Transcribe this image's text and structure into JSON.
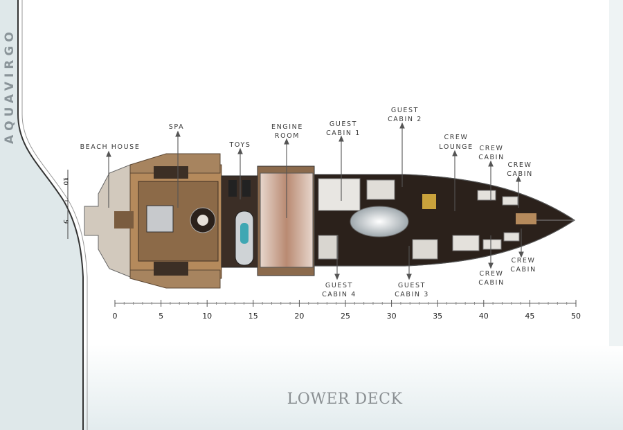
{
  "brand": "AQUAVIRGO",
  "title": "LOWER DECK",
  "scale": {
    "ticks": [
      "0",
      "5",
      "10",
      "15",
      "20",
      "25",
      "30",
      "35",
      "40",
      "45",
      "50"
    ]
  },
  "beam_scale": [
    "10",
    "5"
  ],
  "labels": {
    "beach_house": [
      "BEACH HOUSE"
    ],
    "spa": [
      "SPA"
    ],
    "toys": [
      "TOYS"
    ],
    "engine_room": [
      "ENGINE",
      "ROOM"
    ],
    "guest_cabin_1": [
      "GUEST",
      "CABIN 1"
    ],
    "guest_cabin_2": [
      "GUEST",
      "CABIN 2"
    ],
    "crew_lounge": [
      "CREW",
      "LOUNGE"
    ],
    "crew_cabin_top_1": [
      "CREW",
      "CABIN"
    ],
    "crew_cabin_top_2": [
      "CREW",
      "CABIN"
    ],
    "guest_cabin_4": [
      "GUEST",
      "CABIN 4"
    ],
    "guest_cabin_3": [
      "GUEST",
      "CABIN 3"
    ],
    "crew_cabin_bottom_1": [
      "CREW",
      "CABIN"
    ],
    "crew_cabin_bottom_2": [
      "CREW",
      "CABIN"
    ]
  },
  "colors": {
    "deck_wood": "#b58a5c",
    "dark_interior": "#2b211b",
    "engine": "#c99a80",
    "hull_line": "#555555",
    "side_panel": "#dfe8ea"
  }
}
